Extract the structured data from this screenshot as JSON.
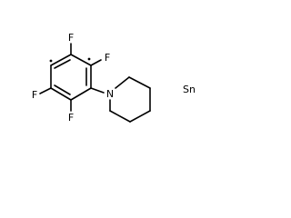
{
  "molecule": {
    "atoms": {
      "f_top": "F",
      "f_upper_right": "F",
      "f_left": "F",
      "f_bottom": "F",
      "n_piperidine": "N",
      "sn": "Sn"
    }
  }
}
